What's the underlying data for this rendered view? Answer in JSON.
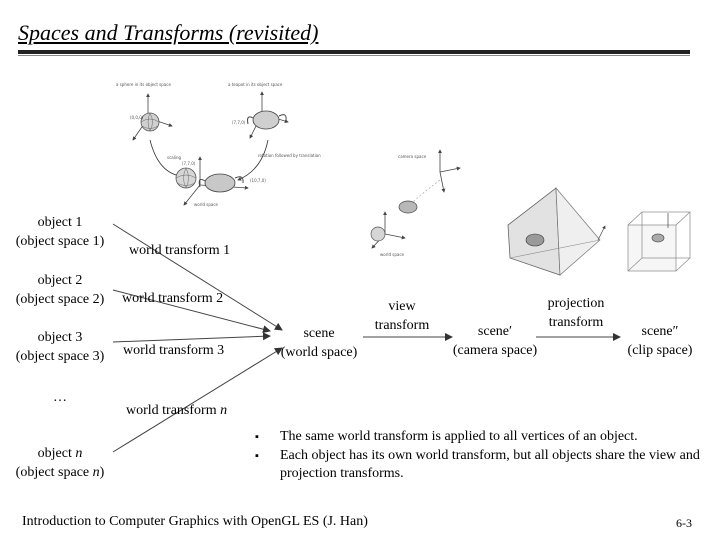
{
  "slide": {
    "title": "Spaces and Transforms (revisited)",
    "footer": "Introduction to Computer Graphics with OpenGL ES (J. Han)",
    "page_number": "6-3"
  },
  "objects": [
    {
      "name_line1": "object 1",
      "name_line2": "(object space 1)"
    },
    {
      "name_line1": "object 2",
      "name_line2": "(object space 2)"
    },
    {
      "name_line1": "object 3",
      "name_line2": "(object space 3)"
    },
    {
      "name_line1": "…",
      "name_line2": ""
    },
    {
      "name_line1": "object n",
      "name_line2": "(object space n)"
    }
  ],
  "world_transforms": [
    "world transform 1",
    "world transform 2",
    "world transform 3",
    "world transform n"
  ],
  "scene": {
    "line1": "scene",
    "line2": "(world space)"
  },
  "view_transform": {
    "line1": "view",
    "line2": "transform"
  },
  "scene_camera": {
    "line1": "scene′",
    "line2": "(camera space)"
  },
  "projection_transform": {
    "line1": "projection",
    "line2": "transform"
  },
  "scene_clip": {
    "line1": "scene″",
    "line2": "(clip space)"
  },
  "bullets": [
    "The same world transform is applied to all vertices of an object.",
    "Each object has its own world transform, but all objects share the view and projection transforms."
  ],
  "figure_labels": {
    "sphere_object_space": "a sphere in its object space",
    "teapot_object_space": "a teapot in its object space",
    "scaling": "scaling",
    "rotation_translation": "rotation followed by translation",
    "world_space": "world space",
    "camera_space": "camera space",
    "world_space_small": "world space",
    "coord_origin": "(0,0,0)",
    "coord_a": "(7,0,0)",
    "coord_b": "(7,7,0)",
    "coord_c": "(10,7,0)",
    "coord_d": "(7,7,0)"
  }
}
